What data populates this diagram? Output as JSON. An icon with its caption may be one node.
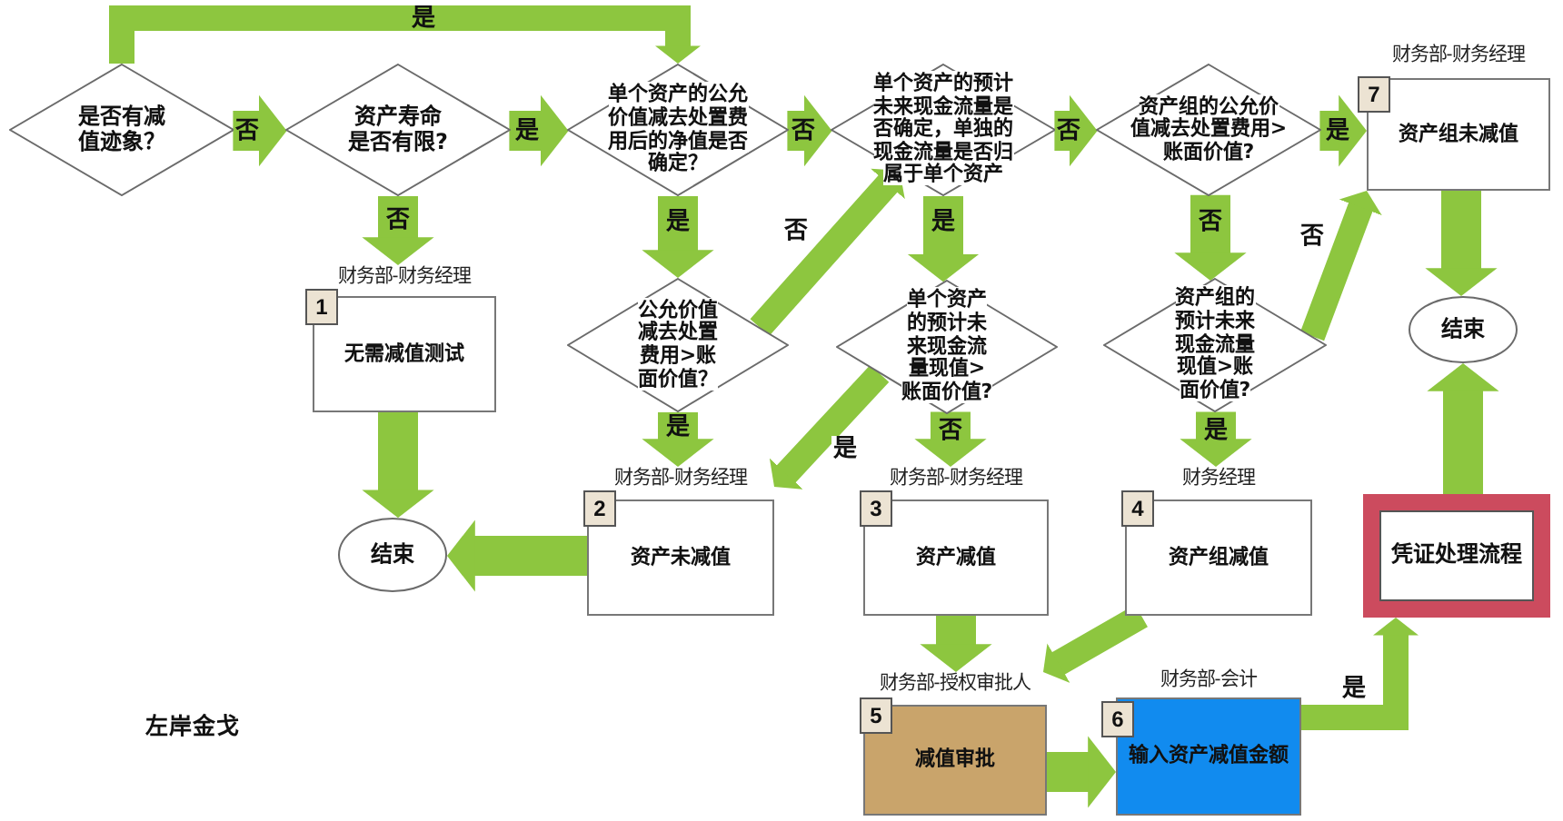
{
  "diagram": {
    "nodes": [
      {
        "text": [
          "是否有减值迹象？"
        ]
      },
      {
        "text": [
          "资产寿命是否有限?"
        ]
      },
      {
        "text": [
          "单个资产的公允价值减去处置费用后的净值是否确定？"
        ]
      },
      {
        "text": [
          "单个资产的预计未来现金流量是否确定，单独的现金流量是否归属于单个资产"
        ]
      },
      {
        "text": [
          "资产组的公允价值减去处置费用>账面价值?"
        ]
      },
      {
        "text": [
          "7",
          "资产组未减值"
        ],
        "beside": [
          "财务部-财务经理"
        ]
      },
      {
        "text": [
          "1",
          "无需减值测试"
        ],
        "beside": [
          "财务部-财务经理"
        ]
      },
      {
        "text": [
          "公允价值减去处置费用>账面价值？"
        ]
      },
      {
        "text": [
          "单个资产的预计未来现金流量现值>账面价值?"
        ]
      },
      {
        "text": [
          "资产组的预计未来现金流量现值>账面价值?"
        ]
      },
      {
        "text": [
          "结束"
        ]
      },
      {
        "text": [
          "结束"
        ]
      },
      {
        "text": [
          "2",
          "资产未减值"
        ],
        "beside": [
          "财务部-财务经理"
        ]
      },
      {
        "text": [
          "3",
          "资产减值"
        ],
        "beside": [
          "财务部-财务经理"
        ]
      },
      {
        "text": [
          "4",
          "资产组减值"
        ],
        "beside": [
          "财务经理"
        ]
      },
      {
        "text": [
          "凭证处理流程"
        ]
      },
      {
        "text": [
          "5",
          "减值审批"
        ],
        "beside": [
          "财务部-授权审批人"
        ]
      },
      {
        "text": [
          "6",
          "输入资产减值金额"
        ],
        "beside": [
          "财务部-会计"
        ]
      }
    ],
    "edges": [
      {
        "from": 0,
        "to": 2,
        "label": "是",
        "arrow": "to"
      },
      {
        "from": 0,
        "to": 1,
        "label": "否",
        "arrow": "to"
      },
      {
        "from": 1,
        "to": 2,
        "label": "是",
        "arrow": "to"
      },
      {
        "from": 1,
        "to": 6,
        "label": "否",
        "arrow": "to"
      },
      {
        "from": 2,
        "to": 3,
        "label": "否",
        "arrow": "to"
      },
      {
        "from": 2,
        "to": 7,
        "label": "是",
        "arrow": "to"
      },
      {
        "from": 3,
        "to": 4,
        "label": "否",
        "arrow": "to"
      },
      {
        "from": 3,
        "to": 8,
        "label": "是",
        "arrow": "to"
      },
      {
        "from": 4,
        "to": 5,
        "label": "是",
        "arrow": "to"
      },
      {
        "from": 4,
        "to": 9,
        "label": "否",
        "arrow": "to"
      },
      {
        "from": 7,
        "to": 3,
        "label": "否",
        "arrow": "to"
      },
      {
        "from": 7,
        "to": 12,
        "label": "是",
        "arrow": "to"
      },
      {
        "from": 8,
        "to": 12,
        "label": "是",
        "arrow": "to"
      },
      {
        "from": 8,
        "to": 13,
        "label": "否",
        "arrow": "to"
      },
      {
        "from": 9,
        "to": 14,
        "label": "是",
        "arrow": "to"
      },
      {
        "from": 9,
        "to": 5,
        "label": "否",
        "arrow": "to"
      },
      {
        "from": 5,
        "to": 10,
        "arrow": "to"
      },
      {
        "from": 6,
        "to": 11,
        "arrow": "to"
      },
      {
        "from": 12,
        "to": 11,
        "arrow": "to"
      },
      {
        "from": 13,
        "to": 16,
        "arrow": "to"
      },
      {
        "from": 14,
        "to": 16,
        "arrow": "to"
      },
      {
        "from": 16,
        "to": 17,
        "arrow": "to"
      },
      {
        "from": 17,
        "to": 15,
        "label": "是",
        "arrow": "to"
      },
      {
        "from": 15,
        "to": 10,
        "arrow": "to"
      }
    ],
    "labels": [
      "左岸金戈"
    ]
  }
}
